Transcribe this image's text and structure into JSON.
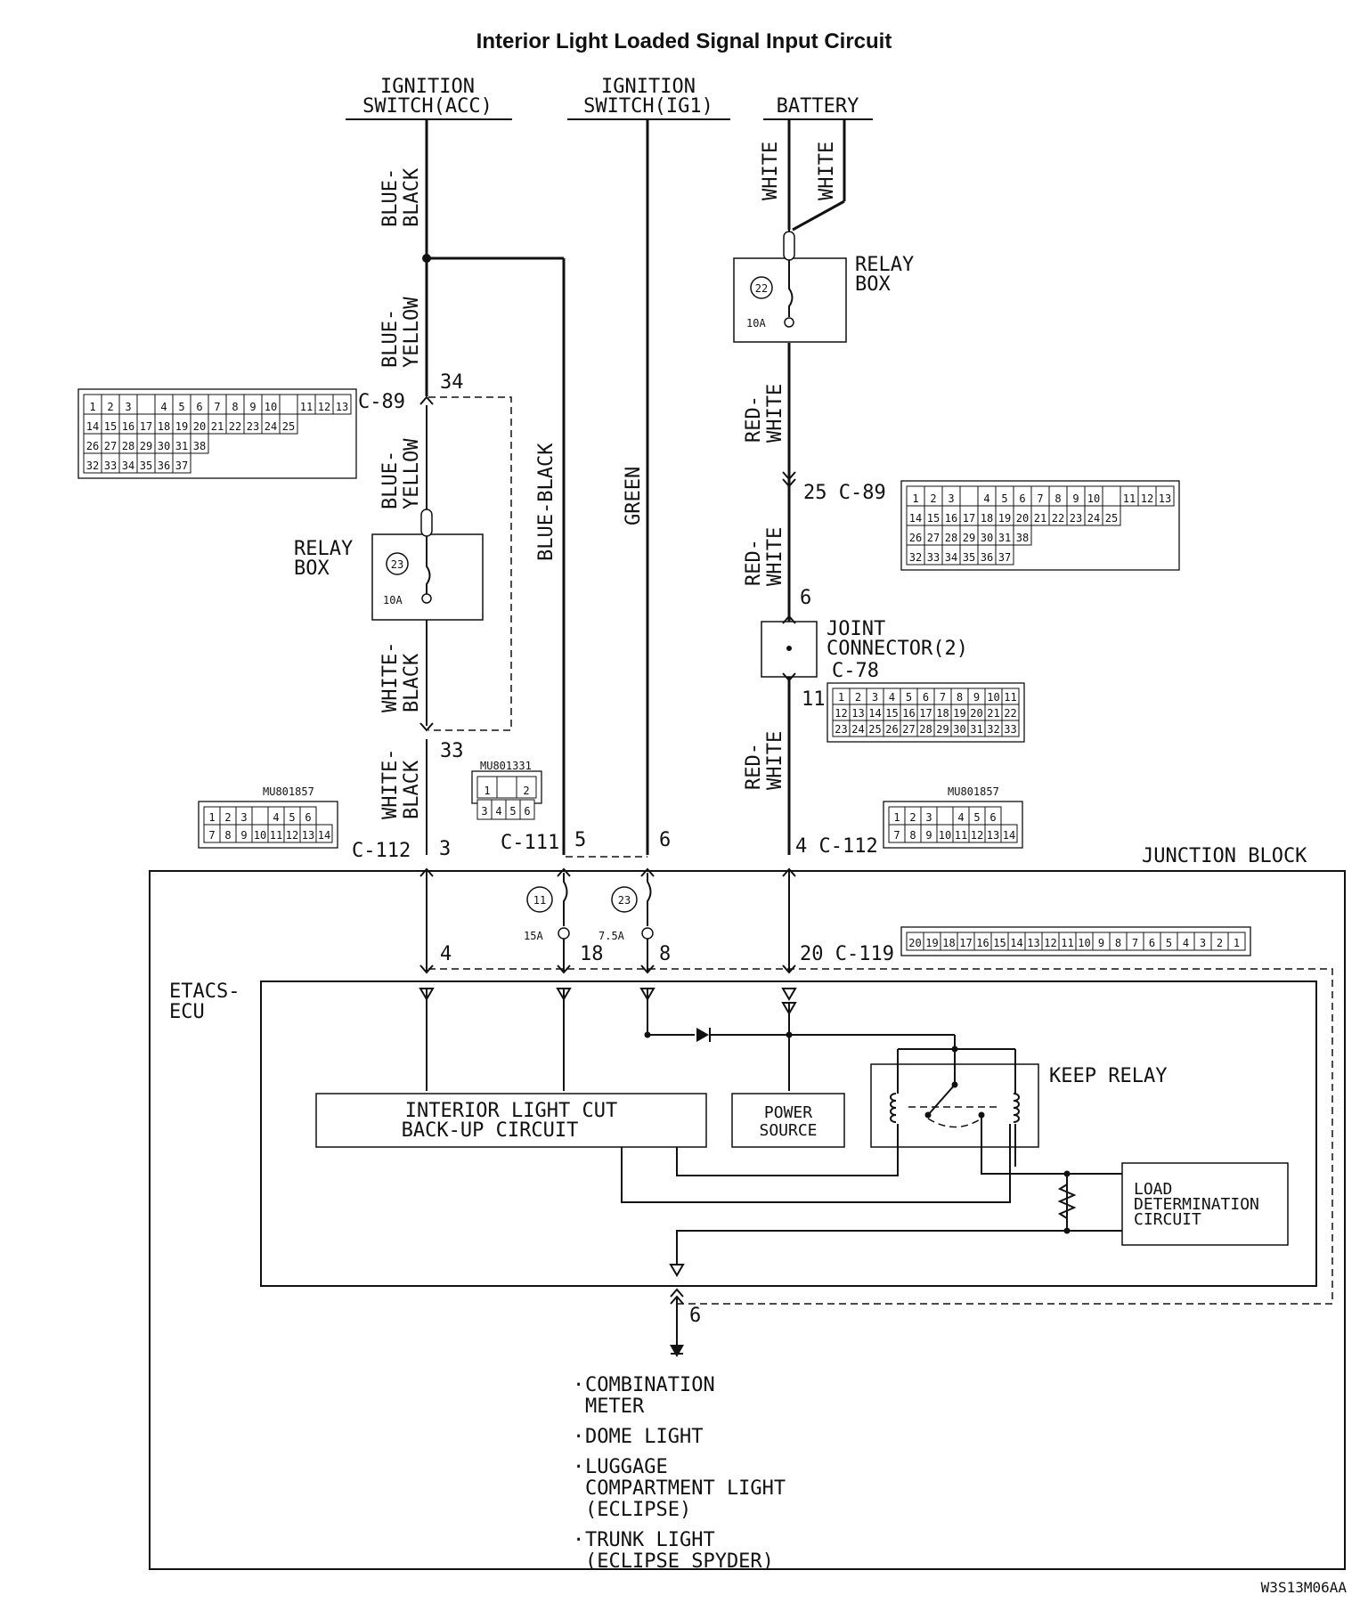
{
  "title": "Interior Light Loaded Signal Input Circuit",
  "sources": {
    "acc": [
      "IGNITION",
      "SWITCH(ACC)"
    ],
    "ig1": [
      "IGNITION",
      "SWITCH(IG1)"
    ],
    "battery": "BATTERY"
  },
  "wires": {
    "blue_black": [
      "BLUE-",
      "BLACK"
    ],
    "blue_yellow": [
      "BLUE-",
      "YELLOW"
    ],
    "white_black": [
      "WHITE-",
      "BLACK"
    ],
    "blue_black_long": "BLUE-BLACK",
    "green": "GREEN",
    "white": "WHITE",
    "red_white": [
      "RED-",
      "WHITE"
    ]
  },
  "relay_box": {
    "label": [
      "RELAY",
      "BOX"
    ],
    "fuse_22": {
      "number": "22",
      "rating": "10A"
    },
    "fuse_23": {
      "number": "23",
      "rating": "10A"
    }
  },
  "connectors": {
    "c89": "C-89",
    "c89_pin_top": "34",
    "c89_pin_bottom": "33",
    "c89_right": "25 C-89",
    "c78": "C-78",
    "c112": "C-112",
    "c111": "C-111",
    "c119": "20 C-119",
    "mu801857": "MU801857",
    "mu801331": "MU801331",
    "pin_3": "3",
    "pin_5": "5",
    "pin_6": "6",
    "c112_right": "4 C-112",
    "pin_4": "4",
    "pin_18": "18",
    "pin_8": "8",
    "pin_6_jc": "6",
    "pin_11": "11",
    "pin_6_out": "6"
  },
  "joint_connector": [
    "JOINT",
    "CONNECTOR(2)"
  ],
  "junction_block": "JUNCTION BLOCK",
  "jb_fuses": {
    "f11": {
      "number": "11",
      "rating": "15A"
    },
    "f23": {
      "number": "23",
      "rating": "7.5A"
    }
  },
  "ecu": {
    "label": [
      "ETACS-",
      "ECU"
    ],
    "interior_cut": [
      "INTERIOR LIGHT CUT",
      "BACK-UP CIRCUIT"
    ],
    "power_source": [
      "POWER",
      "SOURCE"
    ],
    "keep_relay": "KEEP RELAY",
    "load_det": [
      "LOAD",
      "DETERMINATION",
      "CIRCUIT"
    ]
  },
  "outputs": [
    [
      "COMBINATION",
      "METER"
    ],
    [
      "DOME LIGHT"
    ],
    [
      "LUGGAGE",
      "COMPARTMENT LIGHT",
      "(ECLIPSE)"
    ],
    [
      "TRUNK LIGHT",
      "(ECLIPSE SPYDER)"
    ]
  ],
  "c89_pins": [
    [
      "1",
      "2",
      "3",
      "",
      "4",
      "5",
      "6",
      "7",
      "8",
      "9",
      "10",
      "",
      "11",
      "12",
      "13"
    ],
    [
      "14",
      "15",
      "16",
      "17",
      "18",
      "19",
      "20",
      "21",
      "22",
      "23",
      "24",
      "25"
    ],
    [
      "26",
      "27",
      "28",
      "29",
      "30",
      "31",
      "38"
    ],
    [
      "32",
      "33",
      "34",
      "35",
      "36",
      "37"
    ]
  ],
  "c78_pins": [
    [
      "1",
      "2",
      "3",
      "4",
      "5",
      "6",
      "7",
      "8",
      "9",
      "10",
      "11"
    ],
    [
      "12",
      "13",
      "14",
      "15",
      "16",
      "17",
      "18",
      "19",
      "20",
      "21",
      "22"
    ],
    [
      "23",
      "24",
      "25",
      "26",
      "27",
      "28",
      "29",
      "30",
      "31",
      "32",
      "33"
    ]
  ],
  "c112_pins": [
    [
      "1",
      "2",
      "3",
      "",
      "4",
      "5",
      "6"
    ],
    [
      "7",
      "8",
      "9",
      "10",
      "11",
      "12",
      "13",
      "14"
    ]
  ],
  "c111_pins": [
    [
      "1",
      "",
      "2"
    ],
    [
      "3",
      "4",
      "5",
      "6"
    ]
  ],
  "c119_pins": [
    "20",
    "19",
    "18",
    "17",
    "16",
    "15",
    "14",
    "13",
    "12",
    "11",
    "10",
    "9",
    "8",
    "7",
    "6",
    "5",
    "4",
    "3",
    "2",
    "1"
  ],
  "code": "W3S13M06AA"
}
